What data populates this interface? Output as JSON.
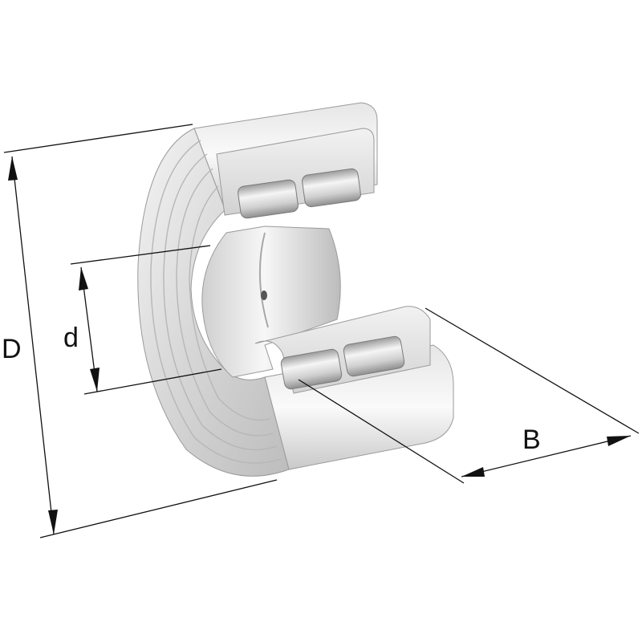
{
  "dimensions": {
    "outer_diameter": "D",
    "bore_diameter": "d",
    "width": "B"
  }
}
